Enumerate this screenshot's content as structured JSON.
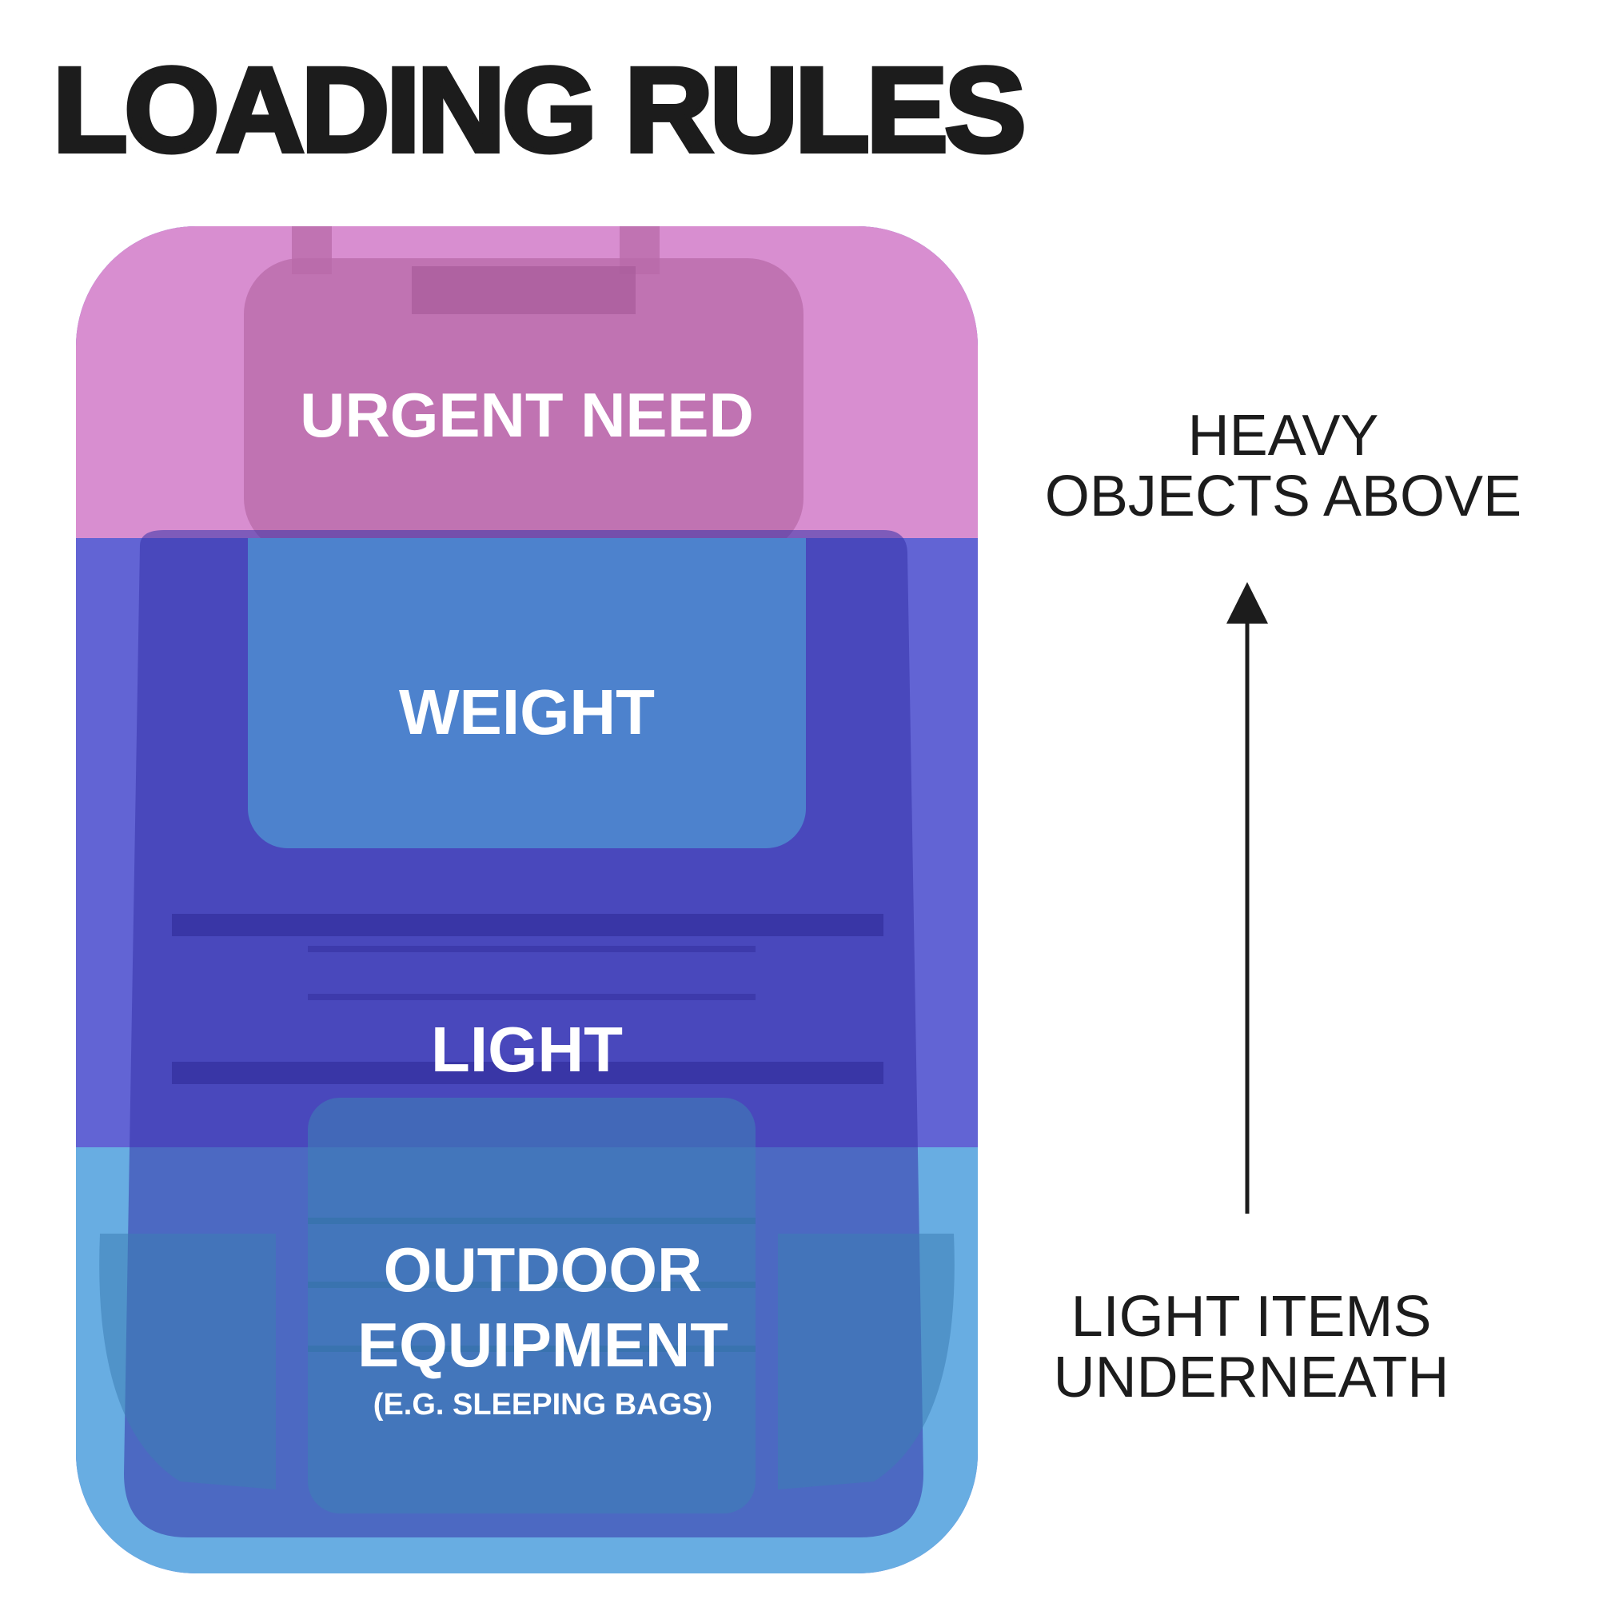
{
  "title": "LOADING RULES",
  "zones": {
    "top": {
      "label": "URGENT NEED",
      "color": "#d88ed0"
    },
    "middle": {
      "color": "#6264d4"
    },
    "inner": {
      "label": "WEIGHT",
      "color": "#4d82cd"
    },
    "light": {
      "label": "LIGHT"
    },
    "bottom": {
      "line1": "OUTDOOR",
      "line2": "EQUIPMENT",
      "note": "(E.G. SLEEPING BAGS)",
      "color": "#68ade2"
    }
  },
  "annotations": {
    "heavy_line1": "HEAVY",
    "heavy_line2": "OBJECTS ABOVE",
    "light_line1": "LIGHT ITEMS",
    "light_line2": "UNDERNEATH"
  },
  "icons": {
    "arrow": "arrow-up-icon",
    "backpack": "backpack-silhouette"
  }
}
